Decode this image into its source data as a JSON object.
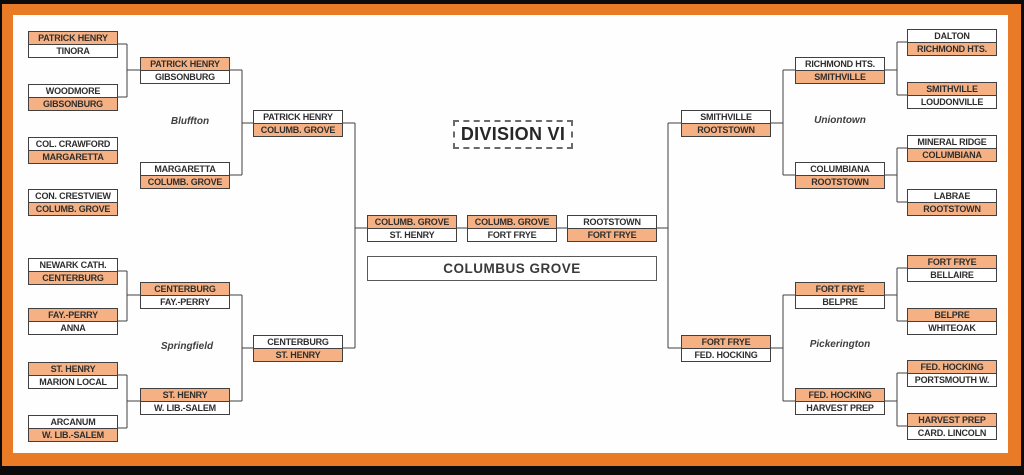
{
  "title": "DIVISION VI",
  "champion": "COLUMBUS GROVE",
  "colors": {
    "frame_orange": "#EA7B26",
    "winner_fill": "#F5B183",
    "line": "#404040",
    "text": "#2E2E2E"
  },
  "sites": [
    {
      "id": "bluffton",
      "label": "Bluffton"
    },
    {
      "id": "springfield",
      "label": "Springfield"
    },
    {
      "id": "uniontown",
      "label": "Uniontown"
    },
    {
      "id": "pickerington",
      "label": "Pickerington"
    }
  ],
  "matches": [
    {
      "id": "lt-r1-1",
      "teams": [
        {
          "name": "PATRICK HENRY",
          "winner": true
        },
        {
          "name": "TINORA",
          "winner": false
        }
      ]
    },
    {
      "id": "lt-r1-2",
      "teams": [
        {
          "name": "WOODMORE",
          "winner": false
        },
        {
          "name": "GIBSONBURG",
          "winner": true
        }
      ]
    },
    {
      "id": "lt-r2-1",
      "teams": [
        {
          "name": "PATRICK HENRY",
          "winner": true
        },
        {
          "name": "GIBSONBURG",
          "winner": false
        }
      ]
    },
    {
      "id": "lt-r1-3",
      "teams": [
        {
          "name": "COL. CRAWFORD",
          "winner": false
        },
        {
          "name": "MARGARETTA",
          "winner": true
        }
      ]
    },
    {
      "id": "lt-r1-4",
      "teams": [
        {
          "name": "CON. CRESTVIEW",
          "winner": false
        },
        {
          "name": "COLUMB. GROVE",
          "winner": true
        }
      ]
    },
    {
      "id": "lt-r2-2",
      "teams": [
        {
          "name": "MARGARETTA",
          "winner": false
        },
        {
          "name": "COLUMB. GROVE",
          "winner": true
        }
      ]
    },
    {
      "id": "lt-r3",
      "teams": [
        {
          "name": "PATRICK HENRY",
          "winner": false
        },
        {
          "name": "COLUMB. GROVE",
          "winner": true
        }
      ]
    },
    {
      "id": "lb-r1-1",
      "teams": [
        {
          "name": "NEWARK CATH.",
          "winner": false
        },
        {
          "name": "CENTERBURG",
          "winner": true
        }
      ]
    },
    {
      "id": "lb-r1-2",
      "teams": [
        {
          "name": "FAY.-PERRY",
          "winner": true
        },
        {
          "name": "ANNA",
          "winner": false
        }
      ]
    },
    {
      "id": "lb-r2-1",
      "teams": [
        {
          "name": "CENTERBURG",
          "winner": true
        },
        {
          "name": "FAY.-PERRY",
          "winner": false
        }
      ]
    },
    {
      "id": "lb-r1-3",
      "teams": [
        {
          "name": "ST. HENRY",
          "winner": true
        },
        {
          "name": "MARION LOCAL",
          "winner": false
        }
      ]
    },
    {
      "id": "lb-r1-4",
      "teams": [
        {
          "name": "ARCANUM",
          "winner": false
        },
        {
          "name": "W. LIB.-SALEM",
          "winner": true
        }
      ]
    },
    {
      "id": "lb-r2-2",
      "teams": [
        {
          "name": "ST. HENRY",
          "winner": true
        },
        {
          "name": "W. LIB.-SALEM",
          "winner": false
        }
      ]
    },
    {
      "id": "lb-r3",
      "teams": [
        {
          "name": "CENTERBURG",
          "winner": false
        },
        {
          "name": "ST. HENRY",
          "winner": true
        }
      ]
    },
    {
      "id": "c-semi-l",
      "teams": [
        {
          "name": "COLUMB. GROVE",
          "winner": true
        },
        {
          "name": "ST. HENRY",
          "winner": false
        }
      ]
    },
    {
      "id": "c-final",
      "teams": [
        {
          "name": "COLUMB. GROVE",
          "winner": true
        },
        {
          "name": "FORT FRYE",
          "winner": false
        }
      ]
    },
    {
      "id": "c-semi-r",
      "teams": [
        {
          "name": "ROOTSTOWN",
          "winner": false
        },
        {
          "name": "FORT FRYE",
          "winner": true
        }
      ]
    },
    {
      "id": "rt-r1-1",
      "teams": [
        {
          "name": "DALTON",
          "winner": false
        },
        {
          "name": "RICHMOND HTS.",
          "winner": true
        }
      ]
    },
    {
      "id": "rt-r1-2",
      "teams": [
        {
          "name": "SMITHVILLE",
          "winner": true
        },
        {
          "name": "LOUDONVILLE",
          "winner": false
        }
      ]
    },
    {
      "id": "rt-r2-1",
      "teams": [
        {
          "name": "RICHMOND HTS.",
          "winner": false
        },
        {
          "name": "SMITHVILLE",
          "winner": true
        }
      ]
    },
    {
      "id": "rt-r1-3",
      "teams": [
        {
          "name": "MINERAL RIDGE",
          "winner": false
        },
        {
          "name": "COLUMBIANA",
          "winner": true
        }
      ]
    },
    {
      "id": "rt-r1-4",
      "teams": [
        {
          "name": "LABRAE",
          "winner": false
        },
        {
          "name": "ROOTSTOWN",
          "winner": true
        }
      ]
    },
    {
      "id": "rt-r2-2",
      "teams": [
        {
          "name": "COLUMBIANA",
          "winner": false
        },
        {
          "name": "ROOTSTOWN",
          "winner": true
        }
      ]
    },
    {
      "id": "rt-r3",
      "teams": [
        {
          "name": "SMITHVILLE",
          "winner": false
        },
        {
          "name": "ROOTSTOWN",
          "winner": true
        }
      ]
    },
    {
      "id": "rb-r1-1",
      "teams": [
        {
          "name": "FORT FRYE",
          "winner": true
        },
        {
          "name": "BELLAIRE",
          "winner": false
        }
      ]
    },
    {
      "id": "rb-r1-2",
      "teams": [
        {
          "name": "BELPRE",
          "winner": true
        },
        {
          "name": "WHITEOAK",
          "winner": false
        }
      ]
    },
    {
      "id": "rb-r2-1",
      "teams": [
        {
          "name": "FORT FRYE",
          "winner": true
        },
        {
          "name": "BELPRE",
          "winner": false
        }
      ]
    },
    {
      "id": "rb-r1-3",
      "teams": [
        {
          "name": "FED. HOCKING",
          "winner": true
        },
        {
          "name": "PORTSMOUTH W.",
          "winner": false
        }
      ]
    },
    {
      "id": "rb-r1-4",
      "teams": [
        {
          "name": "HARVEST PREP",
          "winner": true
        },
        {
          "name": "CARD. LINCOLN",
          "winner": false
        }
      ]
    },
    {
      "id": "rb-r2-2",
      "teams": [
        {
          "name": "FED. HOCKING",
          "winner": true
        },
        {
          "name": "HARVEST PREP",
          "winner": false
        }
      ]
    },
    {
      "id": "rb-r3",
      "teams": [
        {
          "name": "FORT FRYE",
          "winner": true
        },
        {
          "name": "FED. HOCKING",
          "winner": false
        }
      ]
    }
  ]
}
